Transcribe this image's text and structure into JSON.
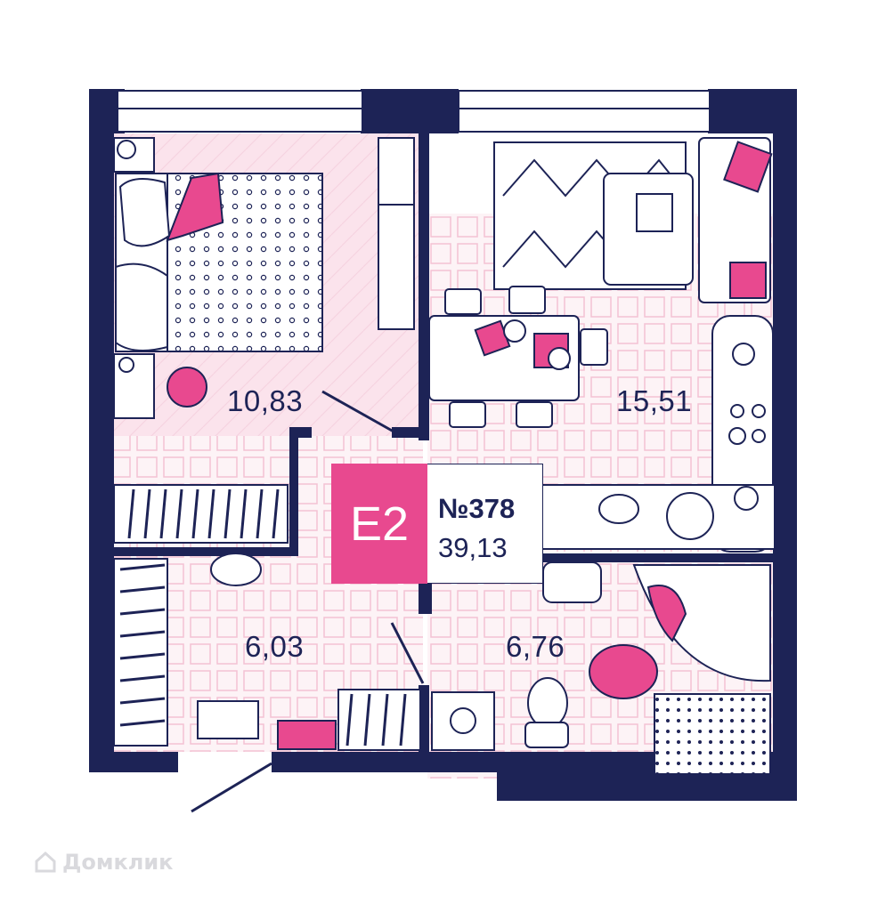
{
  "apartment": {
    "type": "E2",
    "number": "№378",
    "total_area": "39,13"
  },
  "rooms": {
    "bedroom_area": "10,83",
    "living_kitchen_area": "15,51",
    "hallway_area": "6,03",
    "bathroom_area": "6,76"
  },
  "watermark": {
    "text": "Домклик"
  },
  "colors": {
    "wall": "#1d2356",
    "accent_pink": "#e8498f",
    "floor_pink": "#fbe6ee",
    "tile_line": "#f3c2d4"
  }
}
